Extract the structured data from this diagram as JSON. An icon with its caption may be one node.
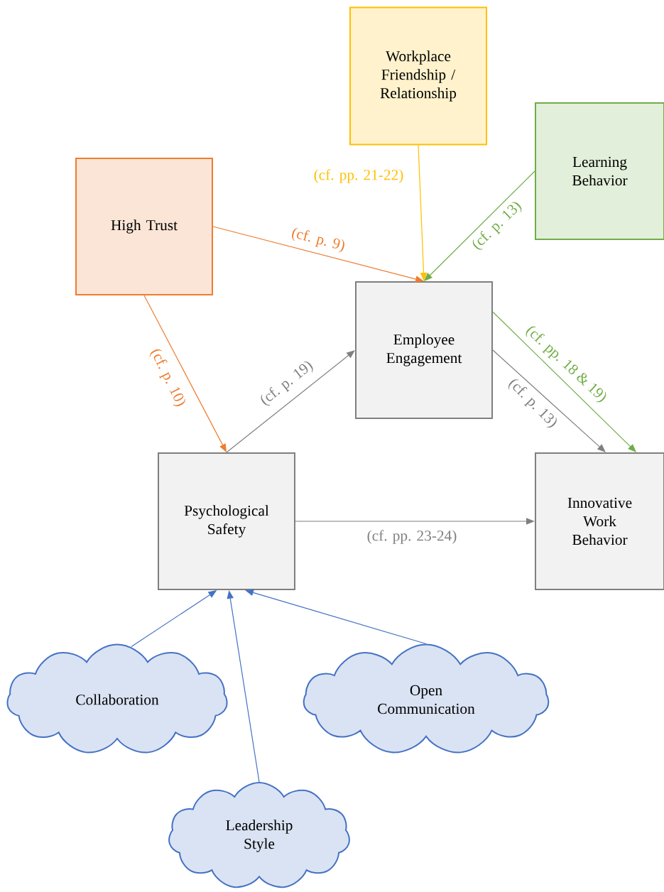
{
  "diagram": {
    "nodes": [
      {
        "text": [
          "Workplace Friendship / Relationship"
        ]
      },
      {
        "text": [
          "Learning Behavior"
        ]
      },
      {
        "text": [
          "High Trust"
        ]
      },
      {
        "text": [
          "Employee Engagement"
        ]
      },
      {
        "text": [
          "Psychological Safety"
        ]
      },
      {
        "text": [
          "Innovative Work Behavior"
        ]
      },
      {
        "text": [
          "Collaboration"
        ]
      },
      {
        "text": [
          "Open Communication"
        ]
      },
      {
        "text": [
          "Leadership Style"
        ]
      }
    ],
    "edges": [
      {
        "from": 2,
        "to": 3,
        "arrow": "to",
        "label": "(cf. p. 9)",
        "color": "#ed7d31"
      },
      {
        "from": 0,
        "to": 3,
        "arrow": "to",
        "label": "(cf. pp. 21-22)",
        "color": "#ffc000"
      },
      {
        "from": 1,
        "to": 3,
        "arrow": "to",
        "label": "(cf. p. 13)",
        "color": "#70ad47"
      },
      {
        "from": 2,
        "to": 4,
        "arrow": "to",
        "label": "(cf. p. 10)",
        "color": "#ed7d31"
      },
      {
        "from": 4,
        "to": 3,
        "arrow": "to",
        "label": "(cf. p. 19)",
        "color": "#7f7f7f"
      },
      {
        "from": 3,
        "to": 5,
        "arrow": "to",
        "label": "(cf. p. 13)",
        "color": "#7f7f7f"
      },
      {
        "from": 3,
        "to": 5,
        "arrow": "to",
        "label": "(cf. pp. 18 & 19)",
        "color": "#70ad47"
      },
      {
        "from": 4,
        "to": 5,
        "arrow": "to",
        "label": "(cf. pp. 23-24)",
        "color": "#7f7f7f"
      },
      {
        "from": 6,
        "to": 4,
        "arrow": "to",
        "color": "#4472c4"
      },
      {
        "from": 8,
        "to": 4,
        "arrow": "to",
        "color": "#4472c4"
      },
      {
        "from": 7,
        "to": 4,
        "arrow": "to",
        "color": "#4472c4"
      }
    ]
  }
}
